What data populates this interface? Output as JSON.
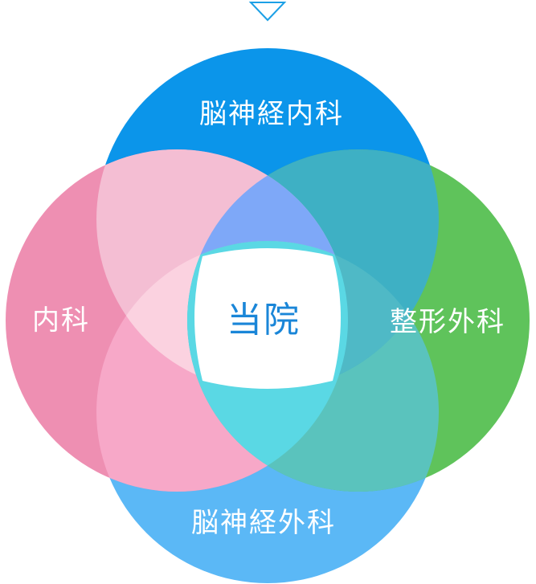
{
  "diagram": {
    "center_label": "当院",
    "top_label": "脳神経内科",
    "left_label": "内科",
    "right_label": "整形外科",
    "bottom_label": "脳神経外科"
  },
  "colors": {
    "top": "#0b95ea",
    "left": "#ee8fb2",
    "right": "#5fc35b",
    "bottom": "#5bb8f6",
    "center_text": "#1a86d8",
    "indicator": "#1ca0e6"
  },
  "icons": {
    "top_indicator": "triangle-down-icon"
  }
}
